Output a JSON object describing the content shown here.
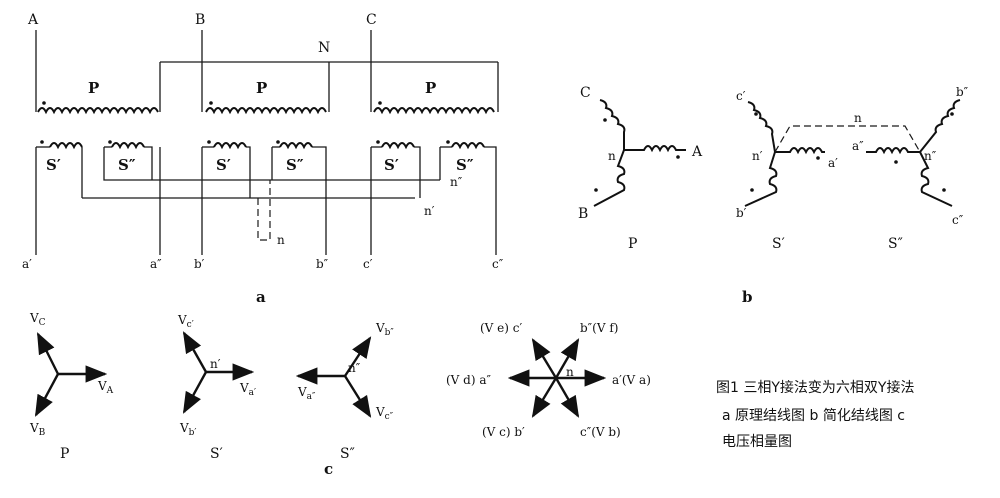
{
  "panel_a": {
    "phase_A": "A",
    "phase_B": "B",
    "phase_C": "C",
    "neutral_N": "N",
    "primary": [
      "P",
      "P",
      "P"
    ],
    "secondary": [
      "S′",
      "S″",
      "S′",
      "S″",
      "S′",
      "S″"
    ],
    "bus_n2": "n″",
    "bus_n1": "n′",
    "n": "n",
    "outputs": [
      "a′",
      "a″",
      "b′",
      "b″",
      "c′",
      "c″"
    ],
    "label": "a"
  },
  "panel_b": {
    "p_labels": {
      "C": "C",
      "A": "A",
      "B": "B",
      "n": "n",
      "name": "P"
    },
    "s1_labels": {
      "c": "c′",
      "a": "a′",
      "b": "b′",
      "n": "n′",
      "name": "S′"
    },
    "s2_labels": {
      "b": "b″",
      "a": "a″",
      "c": "c″",
      "n": "n″",
      "name": "S″"
    },
    "n_link": "n",
    "label": "b"
  },
  "panel_c": {
    "p": {
      "top": "V",
      "top_sub": "C",
      "right": "V",
      "right_sub": "A",
      "bottom": "V",
      "bottom_sub": "B",
      "name": "P"
    },
    "s1": {
      "top": "V",
      "top_sub": "c′",
      "right": "V",
      "right_sub": "a′",
      "bottom": "V",
      "bottom_sub": "b′",
      "center": "n′",
      "name": "S′"
    },
    "s2": {
      "top": "V",
      "top_sub": "b″",
      "left": "V",
      "left_sub": "a″",
      "bottom": "V",
      "bottom_sub": "c″",
      "center": "n″",
      "name": "S″"
    },
    "six": {
      "top_left": "(V e) c′",
      "top_right": "b″(V f)",
      "left": "(V d) a″",
      "right": "a′(V a)",
      "bottom_left": "(V c) b′",
      "bottom_right": "c″(V b)",
      "center": "n"
    },
    "label": "c"
  },
  "caption": {
    "line1": "图1  三相Y接法变为六相双Y接法",
    "line2": "a 原理结线图  b 简化结线图  c",
    "line3": "电压相量图"
  }
}
